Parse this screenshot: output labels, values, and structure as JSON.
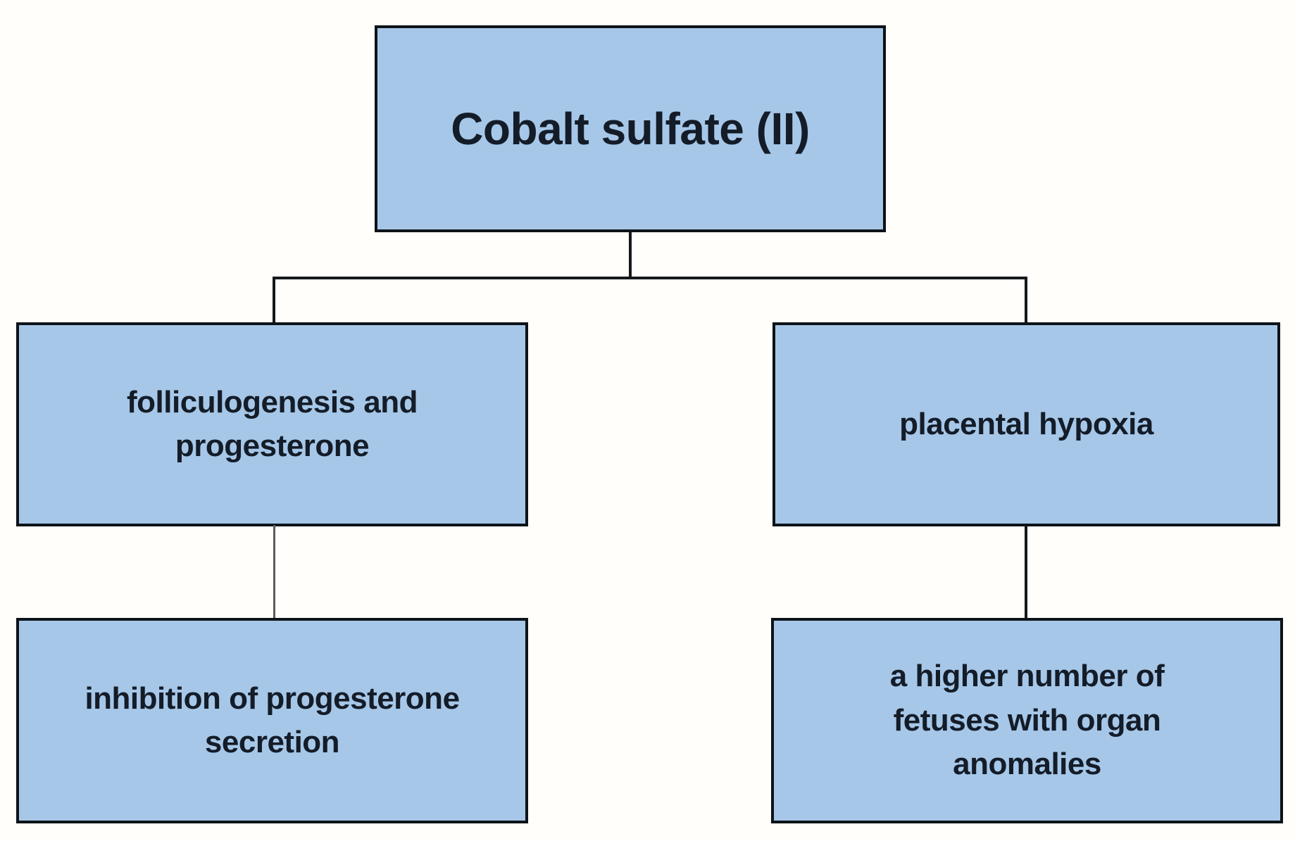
{
  "diagram": {
    "type": "flowchart",
    "colors": {
      "background": "#fffefa",
      "box_fill": "#a6c7e8",
      "box_border": "#0d1318",
      "text": "#141c28",
      "connector": "#15181c",
      "connector_gray": "#5b5b5b"
    },
    "nodes": {
      "root": {
        "text": "Cobalt sulfate (II)"
      },
      "mid_left": {
        "text": "folliculogenesis and\nprogesterone"
      },
      "mid_right": {
        "text": "placental hypoxia"
      },
      "leaf_left": {
        "text": "inhibition of progesterone\nsecretion"
      },
      "leaf_right": {
        "text": "a higher number of\nfetuses with organ\nanomalies"
      }
    },
    "edges": [
      {
        "from": "root",
        "to": "mid_left"
      },
      {
        "from": "root",
        "to": "mid_right"
      },
      {
        "from": "mid_left",
        "to": "leaf_left"
      },
      {
        "from": "mid_right",
        "to": "leaf_right"
      }
    ]
  }
}
